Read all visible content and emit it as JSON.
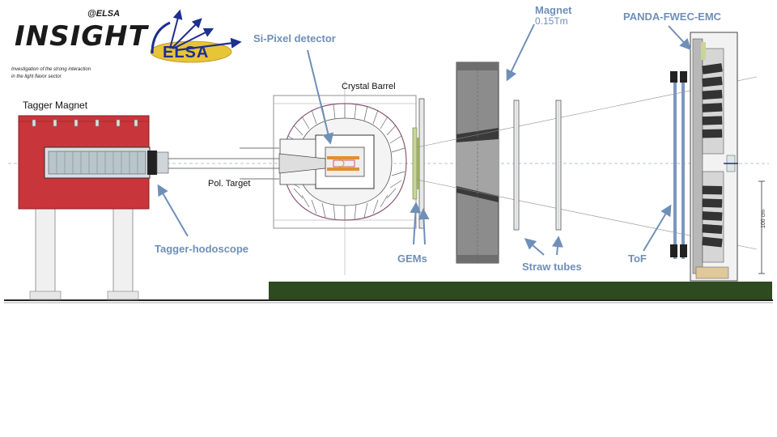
{
  "logos": {
    "insight_at": "@ELSA",
    "insight_main": "INSIGHT",
    "insight_sub_line1": "Investigation of the strong interaction",
    "insight_sub_line2": "in the light flavor sector",
    "elsa": "ELSA"
  },
  "labels": {
    "tagger_magnet": "Tagger Magnet",
    "si_pixel": "Si-Pixel detector",
    "crystal_barrel": "Crystal Barrel",
    "magnet_line1": "Magnet",
    "magnet_line2": "0.15Tm",
    "panda": "PANDA-FWEC-EMC",
    "pol_target": "Pol. Target",
    "tagger_hodoscope": "Tagger-hodoscope",
    "gems": "GEMs",
    "straw_tubes": "Straw tubes",
    "tof": "ToF",
    "scale": "100 cm"
  },
  "colors": {
    "label_blue": "#6f8fb8",
    "arrow_blue": "#6f8fb8",
    "tagger_red": "#c8353a",
    "floor_green": "#2e4a1f",
    "magnet_gray": "#8a8a8a",
    "elsa_yellow": "#e8c437",
    "elsa_navy": "#1f2f8f"
  }
}
